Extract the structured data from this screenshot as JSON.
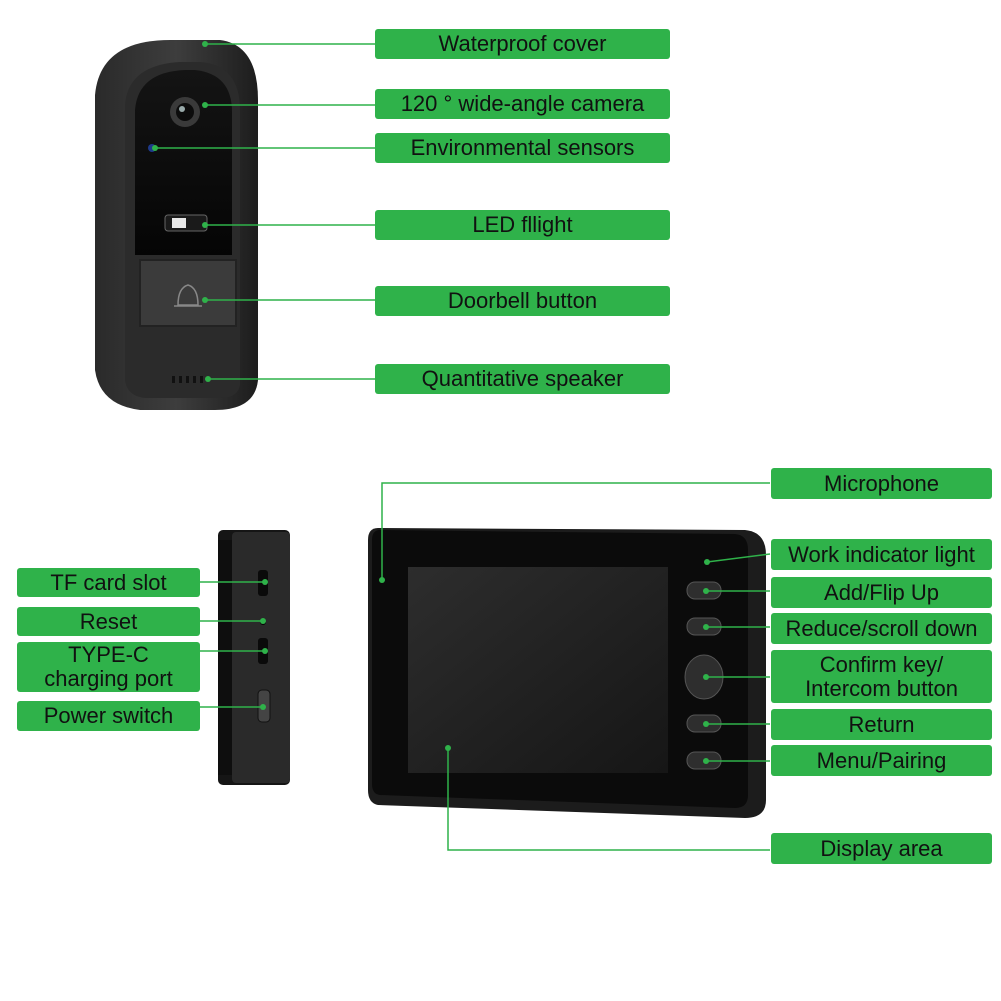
{
  "accent_color": "#2fb24a",
  "doorbell_labels": {
    "waterproof_cover": "Waterproof cover",
    "camera": "120 ° wide-angle camera",
    "sensors": "Environmental sensors",
    "led": "LED fllight",
    "doorbell_button": "Doorbell button",
    "speaker": "Quantitative speaker"
  },
  "side_labels": {
    "tf_card": "TF card slot",
    "reset": "Reset",
    "type_c": "TYPE-C\ncharging port",
    "power": "Power switch"
  },
  "monitor_labels": {
    "microphone": "Microphone",
    "indicator": "Work indicator light",
    "add": "Add/Flip Up",
    "reduce": "Reduce/scroll down",
    "confirm": "Confirm key/\nIntercom button",
    "return": "Return",
    "menu": "Menu/Pairing",
    "display": "Display area"
  }
}
